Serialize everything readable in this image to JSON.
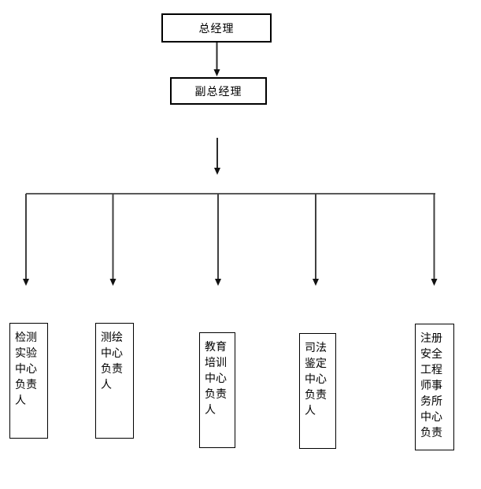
{
  "diagram": {
    "type": "org-chart",
    "root": {
      "label": "总经理"
    },
    "deputy": {
      "label": "副总经理"
    },
    "departments": [
      {
        "name": "检测实验中心负责人",
        "lines": [
          "检测",
          "实验",
          "中心",
          "负责",
          "人"
        ]
      },
      {
        "name": "测绘中心负责人",
        "lines": [
          "测绘",
          "中心",
          "负责",
          "人"
        ]
      },
      {
        "name": "教育培训中心负责人",
        "lines": [
          "教育",
          "培训",
          "中心",
          "负责",
          "人"
        ]
      },
      {
        "name": "司法鉴定中心负责人",
        "lines": [
          "司法",
          "鉴定",
          "中心",
          "负责",
          "人"
        ]
      },
      {
        "name": "注册安全工程师事务所中心负责",
        "lines": [
          "注册",
          "安全",
          "工程",
          "师事",
          "务所",
          "中心",
          "负责"
        ]
      }
    ],
    "colors": {
      "line": "#404040",
      "branch_line": "#595959",
      "arrowhead": "#111111",
      "box_border": "#000000",
      "background": "#ffffff",
      "text": "#000000"
    }
  }
}
